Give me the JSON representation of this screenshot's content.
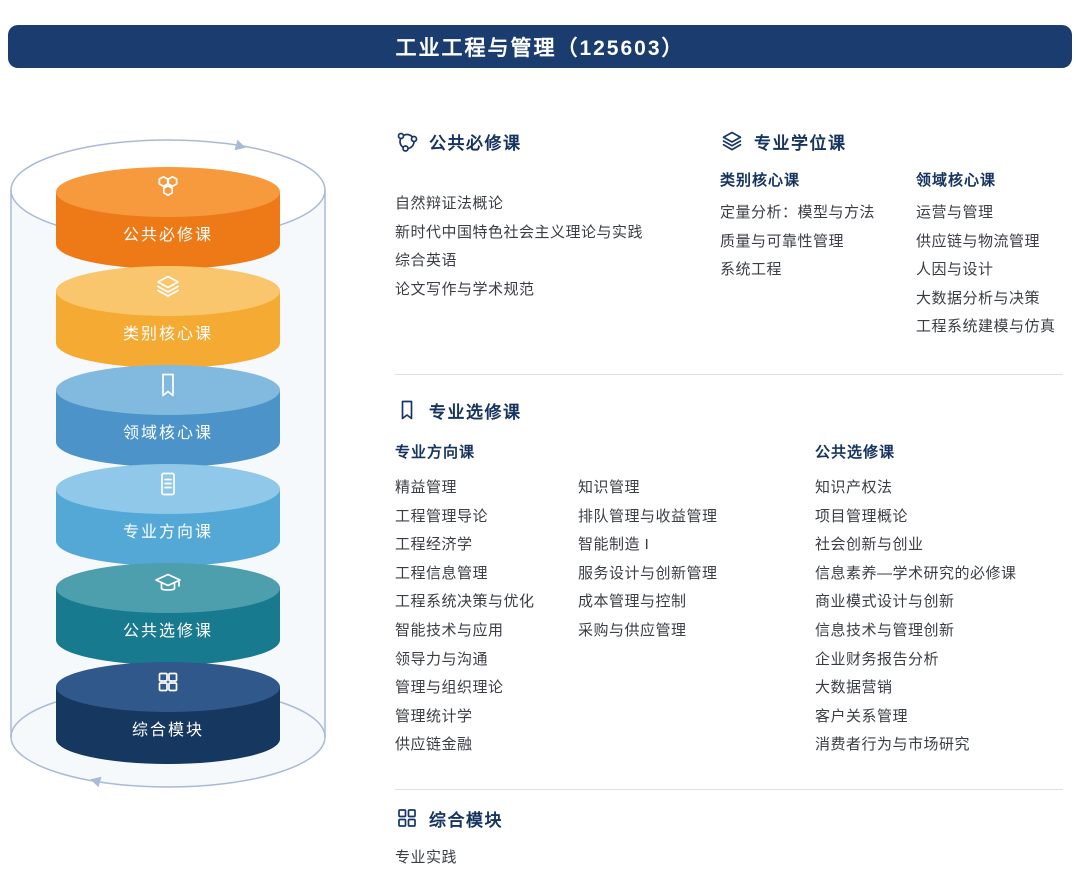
{
  "header": {
    "title": "工业工程与管理（125603）",
    "bg_color": "#1b3c6e"
  },
  "colors": {
    "heading": "#16345f",
    "body_text": "#3a3e44",
    "divider": "#dcdfe4",
    "cylinder_outline": "#a9bad6"
  },
  "cylinder": {
    "layers": [
      {
        "label": "公共必修课",
        "icon": "hexagons-icon",
        "body_color": "#ed7a16",
        "top_color": "#f7993d"
      },
      {
        "label": "类别核心课",
        "icon": "layers-icon",
        "body_color": "#f5ab33",
        "top_color": "#f9c66e"
      },
      {
        "label": "领域核心课",
        "icon": "bookmark-icon",
        "body_color": "#4b93c8",
        "top_color": "#82b9de"
      },
      {
        "label": "专业方向课",
        "icon": "document-icon",
        "body_color": "#54a8d6",
        "top_color": "#8fc8e8"
      },
      {
        "label": "公共选修课",
        "icon": "graduation-cap-icon",
        "body_color": "#187a8e",
        "top_color": "#4d9fae"
      },
      {
        "label": "综合模块",
        "icon": "grid-icon",
        "body_color": "#16375f",
        "top_color": "#31588a"
      }
    ]
  },
  "sections": {
    "public_required": {
      "title": "公共必修课",
      "icon": "molecule-icon",
      "courses": [
        "自然辩证法概论",
        "新时代中国特色社会主义理论与实践",
        "综合英语",
        "论文写作与学术规范"
      ]
    },
    "degree": {
      "title": "专业学位课",
      "icon": "layers-icon",
      "groups": [
        {
          "title": "类别核心课",
          "courses": [
            "定量分析：模型与方法",
            "质量与可靠性管理",
            "系统工程"
          ]
        },
        {
          "title": "领域核心课",
          "courses": [
            "运营与管理",
            "供应链与物流管理",
            "人因与设计",
            "大数据分析与决策",
            "工程系统建模与仿真"
          ]
        }
      ]
    },
    "professional_elective": {
      "title": "专业选修课",
      "icon": "bookmark-icon",
      "groups": [
        {
          "title": "专业方向课",
          "columns": [
            [
              "精益管理",
              "工程管理导论",
              "工程经济学",
              "工程信息管理",
              "工程系统决策与优化",
              "智能技术与应用",
              "领导力与沟通",
              "管理与组织理论",
              "管理统计学",
              "供应链金融"
            ],
            [
              "知识管理",
              "排队管理与收益管理",
              "智能制造 I",
              "服务设计与创新管理",
              "成本管理与控制",
              "采购与供应管理"
            ]
          ]
        },
        {
          "title": "公共选修课",
          "columns": [
            [
              "知识产权法",
              "项目管理概论",
              "社会创新与创业",
              "信息素养—学术研究的必修课",
              "商业模式设计与创新",
              "信息技术与管理创新",
              "企业财务报告分析",
              "大数据营销",
              "客户关系管理",
              "消费者行为与市场研究"
            ]
          ]
        }
      ]
    },
    "comprehensive": {
      "title": "综合模块",
      "icon": "grid-icon",
      "courses": [
        "专业实践"
      ]
    }
  }
}
